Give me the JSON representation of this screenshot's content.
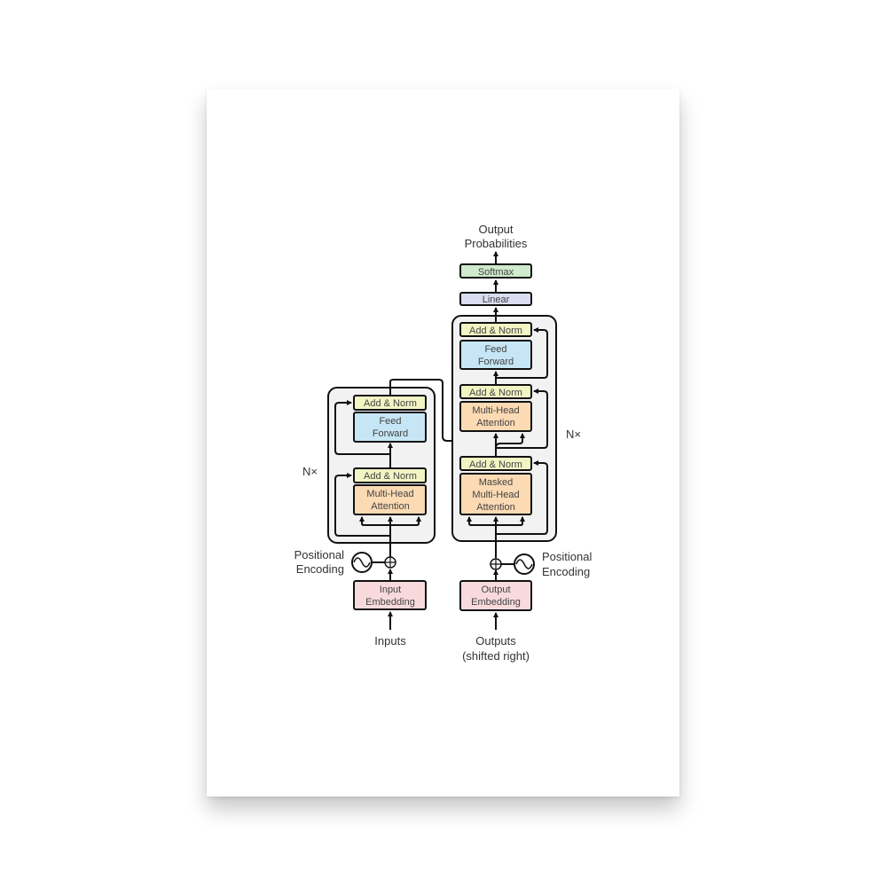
{
  "title": [
    "Output",
    "Probabilities"
  ],
  "colors": {
    "add_norm": "#f1f4c3",
    "feed_forward": "#c6e6f5",
    "attention": "#fbdab4",
    "embedding": "#f8dadd",
    "linear": "#dadcf2",
    "softmax": "#cfeacc",
    "stack_bg": "#f2f2f2"
  },
  "encoder": {
    "repeat": "N×",
    "add_norm_top": "Add & Norm",
    "feed_forward": [
      "Feed",
      "Forward"
    ],
    "add_norm_bottom": "Add & Norm",
    "attention": [
      "Multi-Head",
      "Attention"
    ],
    "positional_encoding": [
      "Positional",
      "Encoding"
    ],
    "embedding": [
      "Input",
      "Embedding"
    ],
    "input_label": "Inputs"
  },
  "decoder": {
    "repeat": "N×",
    "softmax": "Softmax",
    "linear": "Linear",
    "add_norm_1": "Add & Norm",
    "feed_forward": [
      "Feed",
      "Forward"
    ],
    "add_norm_2": "Add & Norm",
    "attention": [
      "Multi-Head",
      "Attention"
    ],
    "add_norm_3": "Add & Norm",
    "masked_attention": [
      "Masked",
      "Multi-Head",
      "Attention"
    ],
    "positional_encoding": [
      "Positional",
      "Encoding"
    ],
    "embedding": [
      "Output",
      "Embedding"
    ],
    "input_label": [
      "Outputs",
      "(shifted right)"
    ]
  }
}
